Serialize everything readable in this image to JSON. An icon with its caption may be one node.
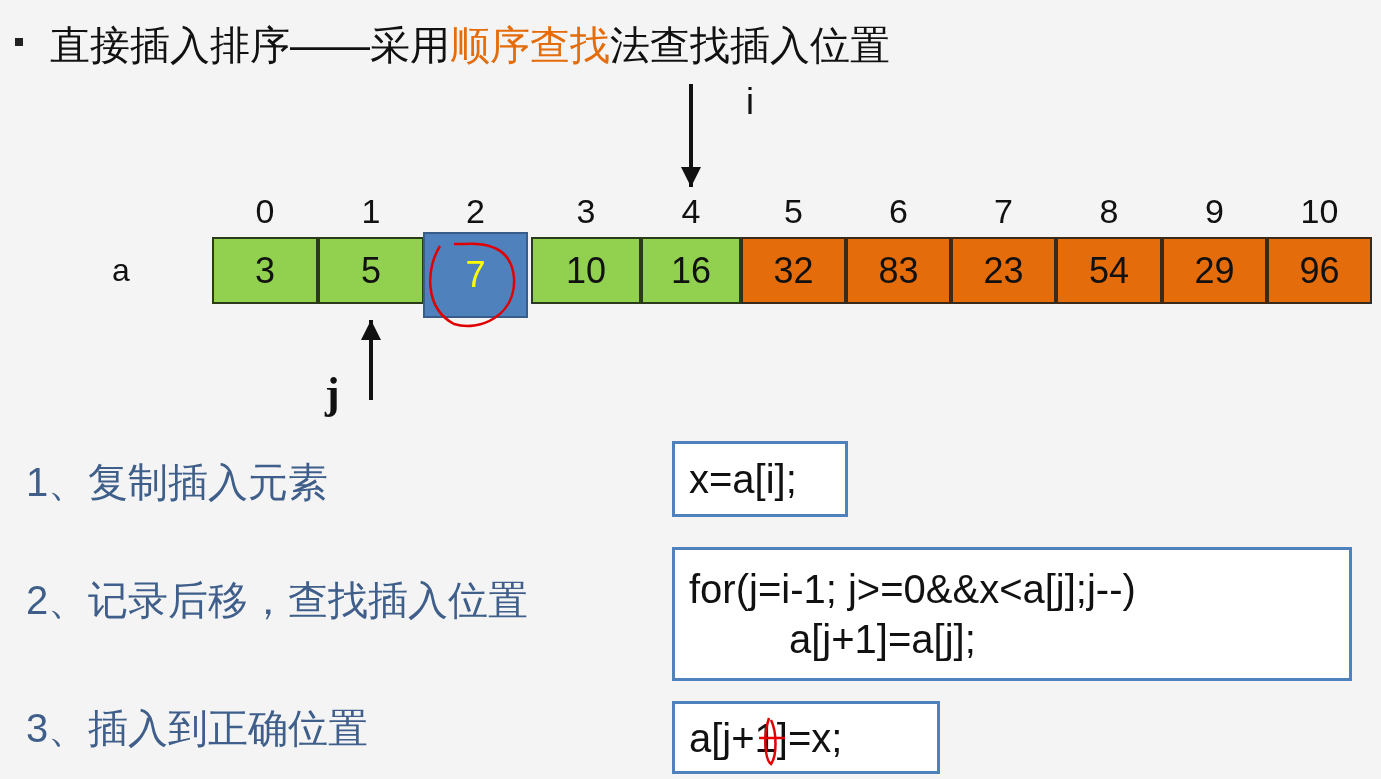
{
  "diagram": {
    "title": "直接插入排序——采用**顺序查找**法查找插入位置",
    "nodes": [
      {
        "text": [
          "3"
        ],
        "beside": [
          "0"
        ]
      },
      {
        "text": [
          "5"
        ],
        "beside": [
          "1"
        ]
      },
      {
        "text": [
          "7"
        ],
        "beside": [
          "2"
        ]
      },
      {
        "text": [
          "10"
        ],
        "beside": [
          "3"
        ]
      },
      {
        "text": [
          "16"
        ],
        "beside": [
          "4"
        ]
      },
      {
        "text": [
          "32"
        ],
        "beside": [
          "5"
        ]
      },
      {
        "text": [
          "83"
        ],
        "beside": [
          "6"
        ]
      },
      {
        "text": [
          "23"
        ],
        "beside": [
          "7"
        ]
      },
      {
        "text": [
          "54"
        ],
        "beside": [
          "8"
        ]
      },
      {
        "text": [
          "29"
        ],
        "beside": [
          "9"
        ]
      },
      {
        "text": [
          "96"
        ],
        "beside": [
          "10"
        ]
      },
      {
        "text": [
          "x=a[i];"
        ]
      },
      {
        "text": [
          "for(j=i-1; j>=0&&x<a[j];j--)",
          "a[j+1]=a[j];"
        ]
      },
      {
        "text": [
          "a[j+1]=x;"
        ]
      }
    ],
    "edges": [
      {
        "from": null,
        "to": 4,
        "arrow": "to",
        "label": "i"
      },
      {
        "from": null,
        "to": 1,
        "arrow": "to",
        "label": "j"
      }
    ],
    "labels": [
      "a",
      "1、复制插入元素",
      "2、记录后移，查找插入位置",
      "3、插入到正确位置"
    ]
  }
}
